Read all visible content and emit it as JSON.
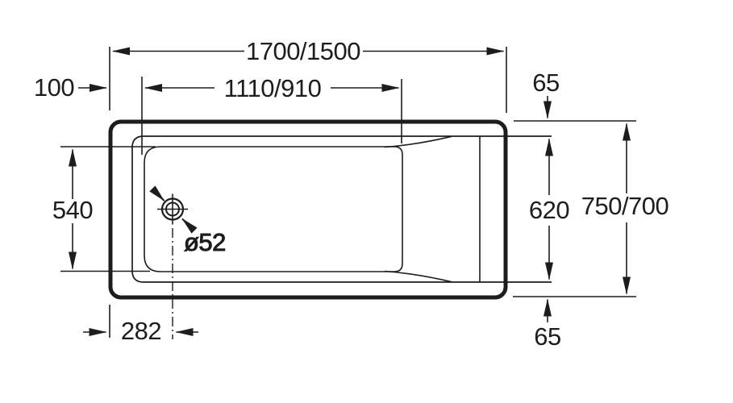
{
  "drawing": {
    "subject": "Bathtub top view dimensional drawing",
    "labels": {
      "overall_length": "1700/1500",
      "basin_length": "1110/910",
      "end_offset": "100",
      "rim_offset_top": "65",
      "basin_width": "540",
      "rim_width": "620",
      "overall_width": "750/700",
      "rim_offset_bottom": "65",
      "drain_offset": "282",
      "drain_diameter": "ø52"
    },
    "colors": {
      "line": "#1d1d1b",
      "background": "#ffffff"
    }
  }
}
